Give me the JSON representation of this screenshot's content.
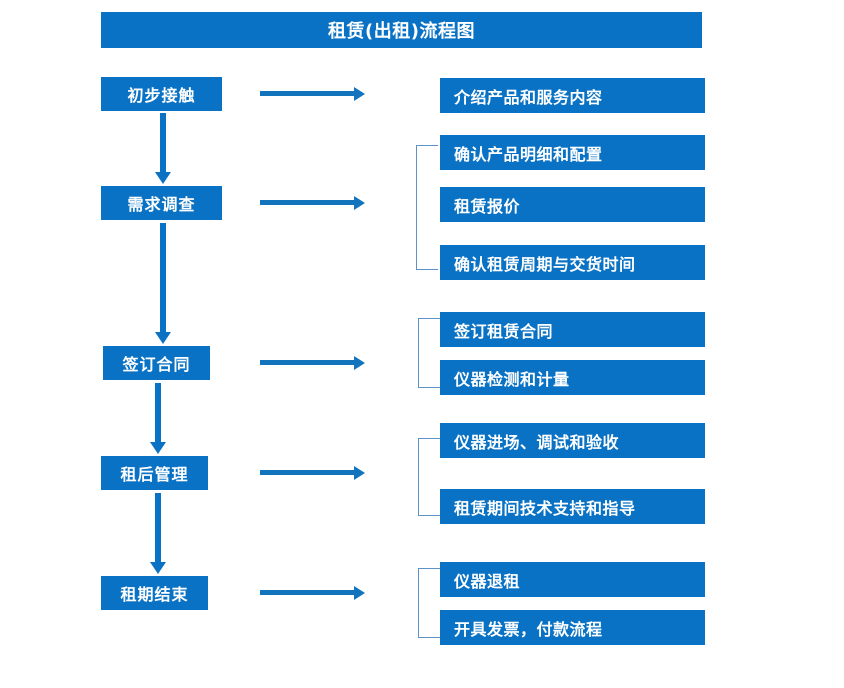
{
  "page": {
    "title": "租赁(出租)流程图",
    "background_color": "#ffffff",
    "accent_color": "#0a72c4",
    "bracket_color": "#5b93c9",
    "text_color": "#ffffff"
  },
  "flow": {
    "stages": [
      {
        "label": "初步接触"
      },
      {
        "label": "需求调查"
      },
      {
        "label": "签订合同"
      },
      {
        "label": "租后管理"
      },
      {
        "label": "租期结束"
      }
    ],
    "groups": [
      {
        "stage": "初步接触",
        "has_bracket": false,
        "details": [
          {
            "label": "介绍产品和服务内容"
          }
        ]
      },
      {
        "stage": "需求调查",
        "has_bracket": true,
        "details": [
          {
            "label": "确认产品明细和配置"
          },
          {
            "label": "租赁报价"
          },
          {
            "label": "确认租赁周期与交货时间"
          }
        ]
      },
      {
        "stage": "签订合同",
        "has_bracket": true,
        "details": [
          {
            "label": "签订租赁合同"
          },
          {
            "label": "仪器检测和计量"
          }
        ]
      },
      {
        "stage": "租后管理",
        "has_bracket": true,
        "details": [
          {
            "label": "仪器进场、调试和验收"
          },
          {
            "label": "租赁期间技术支持和指导"
          }
        ]
      },
      {
        "stage": "租期结束",
        "has_bracket": true,
        "details": [
          {
            "label": "仪器退租"
          },
          {
            "label": "开具发票，付款流程"
          }
        ]
      }
    ]
  }
}
